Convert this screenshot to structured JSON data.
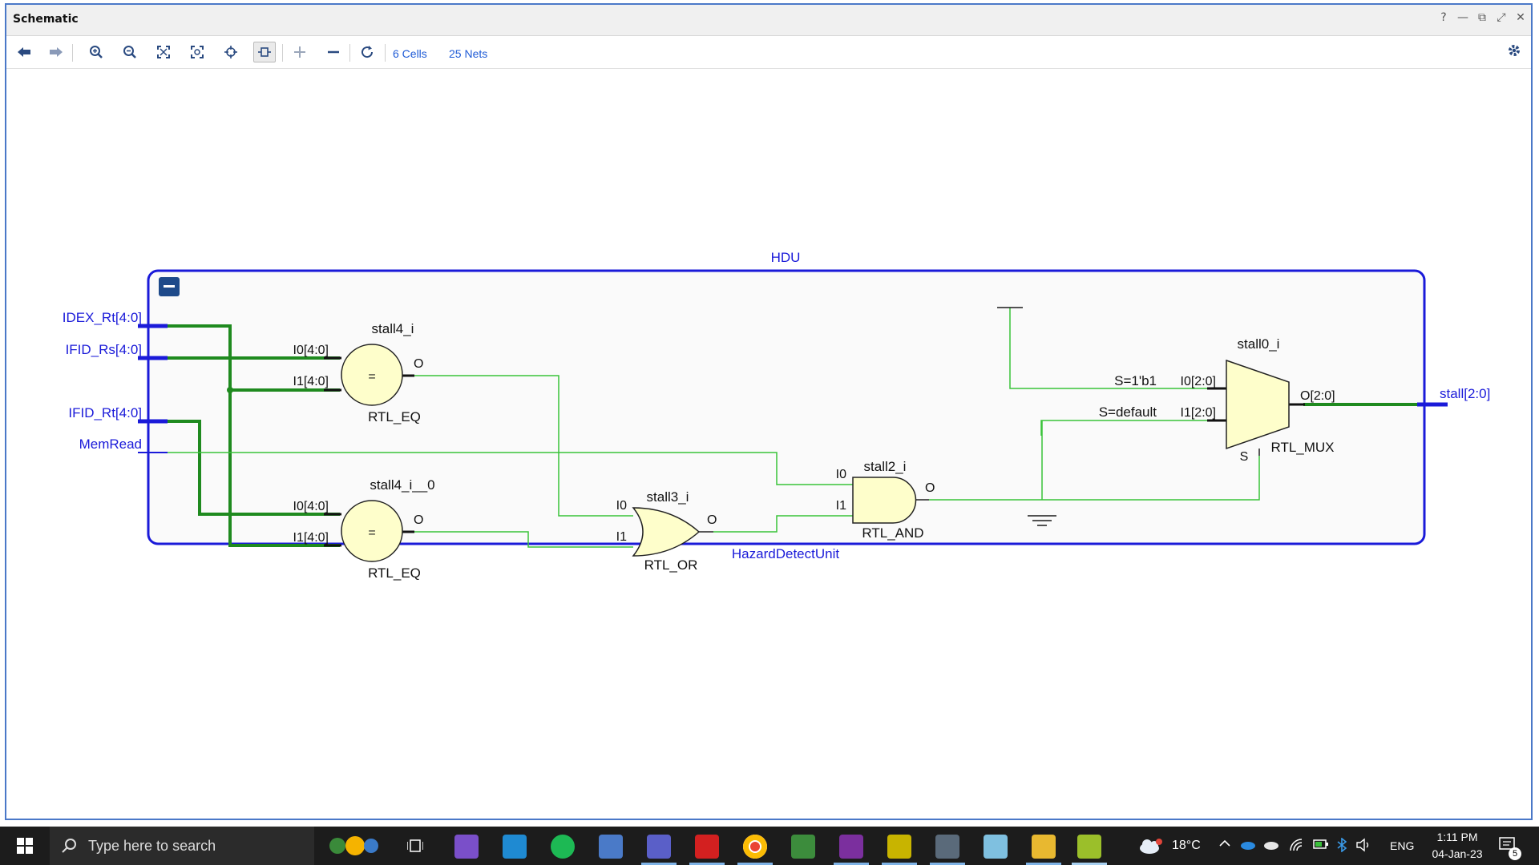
{
  "window": {
    "title": "Schematic",
    "controls": [
      "?",
      "—",
      "⧉",
      "⤢",
      "✕"
    ]
  },
  "toolbar": {
    "cells_label": "6 Cells",
    "nets_label": "25 Nets"
  },
  "schematic": {
    "module_top_label": "HDU",
    "module_bottom_label": "HazardDetectUnit",
    "collapse_symbol": "−",
    "ports": {
      "idex_rt": "IDEX_Rt[4:0]",
      "ifid_rs": "IFID_Rs[4:0]",
      "ifid_rt": "IFID_Rt[4:0]",
      "memread": "MemRead",
      "stall_out": "stall[2:0]"
    },
    "cells": {
      "eq1": {
        "name": "stall4_i",
        "type": "RTL_EQ",
        "symbol": "=",
        "in0": "I0[4:0]",
        "in1": "I1[4:0]",
        "out": "O"
      },
      "eq2": {
        "name": "stall4_i__0",
        "type": "RTL_EQ",
        "symbol": "=",
        "in0": "I0[4:0]",
        "in1": "I1[4:0]",
        "out": "O"
      },
      "or": {
        "name": "stall3_i",
        "type": "RTL_OR",
        "in0": "I0",
        "in1": "I1",
        "out": "O"
      },
      "and": {
        "name": "stall2_i",
        "type": "RTL_AND",
        "in0": "I0",
        "in1": "I1",
        "out": "O"
      },
      "mux": {
        "name": "stall0_i",
        "type": "RTL_MUX",
        "in0": "I0[2:0]",
        "in1": "I1[2:0]",
        "sel": "S",
        "out": "O[2:0]",
        "cond0": "S=1'b1",
        "cond1": "S=default"
      }
    }
  },
  "taskbar": {
    "search_placeholder": "Type here to search",
    "temperature": "18°C",
    "language": "ENG",
    "time": "1:11 PM",
    "date": "04-Jan-23",
    "notification_count": "5"
  }
}
